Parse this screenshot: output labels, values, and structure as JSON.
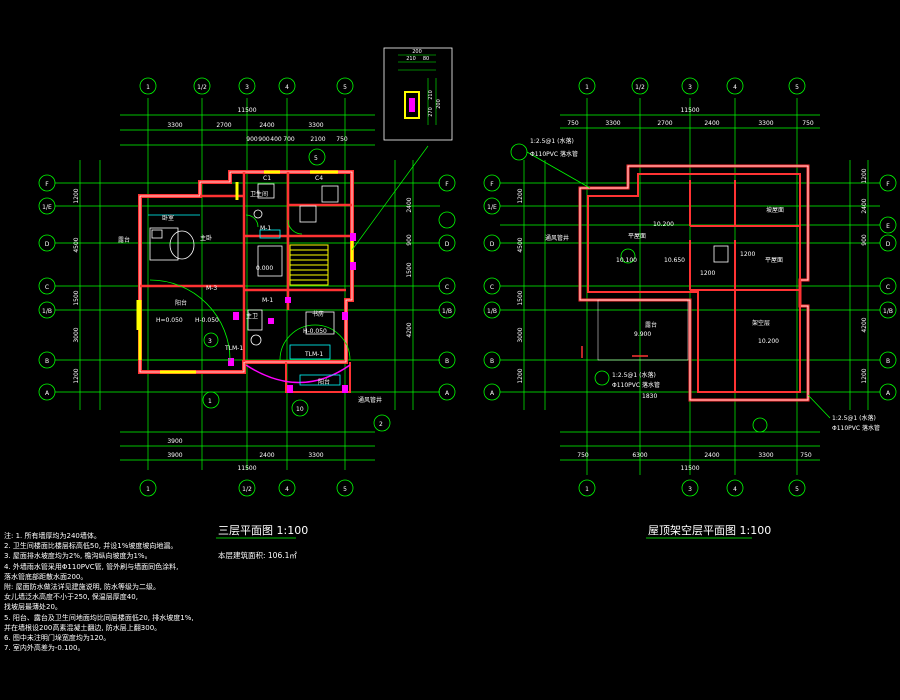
{
  "drawing": {
    "left_title": "三层平面图 1:100",
    "left_area": "本层建筑面积: 106.1㎡",
    "right_title": "屋顶架空层平面图 1:100",
    "colors": {
      "background": "#000000",
      "axis": "#00ff00",
      "wall": "#ff3333",
      "wall_outline": "#ffffff",
      "furniture": "#ffffff",
      "window": "#ffff00",
      "column": "#ff00ff",
      "text": "#ffffff",
      "detail": "#00ffff"
    }
  },
  "left_plan": {
    "column_axes": [
      "1",
      "1/2",
      "3",
      "4",
      "5"
    ],
    "row_axes": [
      "F",
      "1/E",
      "D",
      "C",
      "1/B",
      "B",
      "A"
    ],
    "overall_dim": "11500",
    "top_dims": [
      "3300",
      "2700",
      "2400",
      "3300"
    ],
    "sub_dims": [
      "900",
      "900",
      "400",
      "700",
      "2100",
      "750"
    ],
    "left_dims": [
      "1200",
      "4500",
      "1500",
      "3000",
      "1200"
    ],
    "right_dims": [
      "2400",
      "900",
      "1500",
      "4200"
    ],
    "bottom_dims": [
      "3900",
      "3900",
      "2400",
      "3300"
    ],
    "rooms": [
      {
        "name": "卧室",
        "id": "r1"
      },
      {
        "name": "主卧",
        "id": "r2"
      },
      {
        "name": "书房",
        "id": "r3"
      },
      {
        "name": "阳台",
        "id": "r4"
      },
      {
        "name": "卫生间",
        "id": "r5"
      },
      {
        "name": "主卫",
        "id": "r6"
      },
      {
        "name": "阳台",
        "id": "r7"
      },
      {
        "name": "露台",
        "id": "r8"
      }
    ],
    "labels": {
      "lev1": "H=0.050",
      "lev2": "0.000",
      "lev3": "H-0.050",
      "lev4": "H-0.050",
      "door1": "M-1",
      "door2": "M-1",
      "door3": "M-3",
      "door4": "TLM-1",
      "door5": "TLM-1",
      "win1": "C1",
      "win2": "C4",
      "detail_num": "5",
      "detail_ref1": "3",
      "detail_ref2": "1",
      "detail_ref3": "2",
      "detail_ref4": "10",
      "callout": "通风管井"
    }
  },
  "detail_box": {
    "dims": [
      "200",
      "210",
      "80",
      "210",
      "270",
      "200"
    ]
  },
  "right_plan": {
    "column_axes": [
      "1",
      "1/2",
      "3",
      "4",
      "5"
    ],
    "row_axes": [
      "F",
      "1/E",
      "E",
      "D",
      "C",
      "1/B",
      "B",
      "A"
    ],
    "overall_dim": "11500",
    "top_dims": [
      "750",
      "3300",
      "2700",
      "2400",
      "3300",
      "750"
    ],
    "left_dims": [
      "1200",
      "4500",
      "1500",
      "3000",
      "1200"
    ],
    "right_dims": [
      "1200",
      "2400",
      "900",
      "4200",
      "1200"
    ],
    "bottom_dims": [
      "750",
      "6300",
      "2400",
      "3300",
      "750"
    ],
    "rooms": [
      {
        "name": "平屋面",
        "id": "q1"
      },
      {
        "name": "坡屋面",
        "id": "q2"
      },
      {
        "name": "平屋面",
        "id": "q3"
      },
      {
        "name": "露台",
        "id": "q4"
      },
      {
        "name": "架空层",
        "id": "q5"
      }
    ],
    "labels": {
      "lev1": "10.200",
      "lev2": "10.100",
      "lev3": "10.650",
      "lev4": "9.900",
      "lev5": "10.200",
      "pipe1": "1:2.5@1 (水落)",
      "pipe2": "Φ110PVC 落水管",
      "pipe3": "1:2.5@1 (水落)",
      "pipe4": "Φ110PVC 落水管",
      "pipe5": "1:2.5@1 (水落)",
      "pipe6": "Φ110PVC 落水管",
      "dim_a": "1830",
      "dim_b": "1200",
      "dim_c": "1200",
      "callout": "通风管井"
    }
  },
  "notes": [
    "注: 1. 所有墙厚均为240墙体。",
    "2. 卫生间楼面比楼层标高低50, 并设1%坡度坡向地漏。",
    "3. 屋面排水坡度均为2%, 檐沟纵向坡度为1%。",
    "4. 外墙雨水管采用Φ110PVC管, 管外刷与墙面同色涂料,",
    "   落水管底部距散水面200。",
    "附: 屋面防水做法详见建施说明, 防水等级为二级。",
    "   女儿墙泛水高度不小于250, 保温层厚度40,",
    "   找坡层最薄处20。",
    "5. 阳台、露台及卫生间地面均比同层楼面低20, 排水坡度1%,",
    "   并在墙根设200高素混凝土翻边, 防水层上翻300。",
    "6. 图中未注明门垛宽度均为120。",
    "7. 室内外高差为-0.100。"
  ]
}
